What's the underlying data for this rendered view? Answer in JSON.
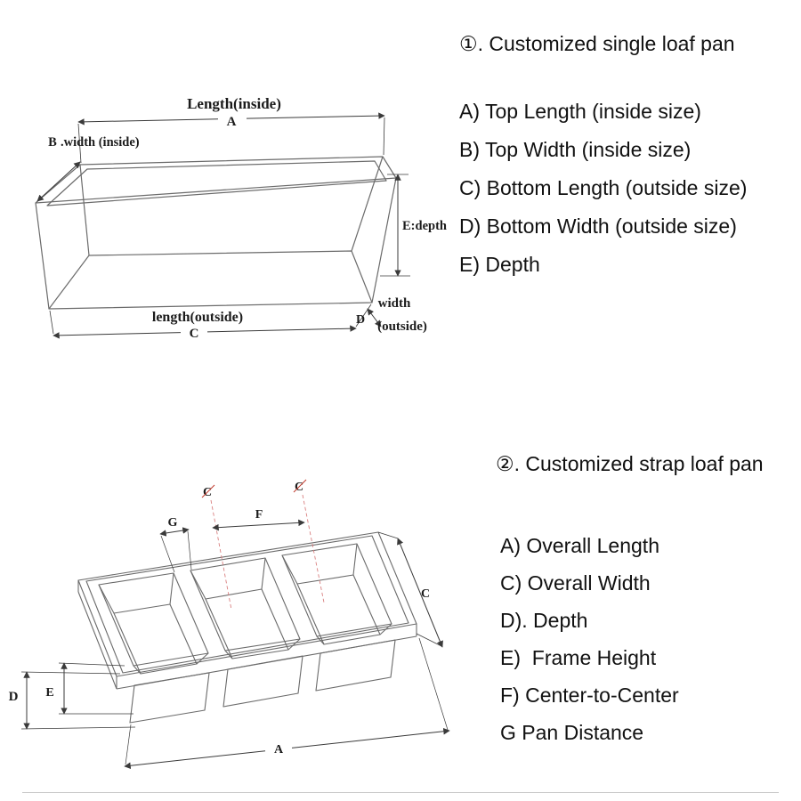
{
  "section1": {
    "heading": "①. Customized single loaf pan",
    "items": [
      "A) Top Length (inside size)",
      "B) Top Width (inside size)",
      "C) Bottom Length (outside size)",
      "D) Bottom Width (outside size)",
      "E) Depth"
    ],
    "diagram": {
      "top_length": "Length(inside)",
      "dim_a": "A",
      "dim_b": "B",
      "width_inside": ".width (inside)",
      "depth": "E:depth",
      "length_outside": "length(outside)",
      "dim_c": "C",
      "dim_d": "D",
      "width_outside_line1": "width",
      "width_outside_line2": "(outside)"
    }
  },
  "section2": {
    "heading": "②. Customized strap loaf pan",
    "items": [
      "A) Overall Length",
      "C) Overall Width",
      "D). Depth",
      "E)  Frame Height",
      "F) Center-to-Center",
      "G Pan Distance"
    ],
    "diagram": {
      "centerline_1": "C",
      "centerline_2": "C",
      "dim_g": "G",
      "dim_f": "F",
      "dim_c": "C",
      "dim_d": "D",
      "dim_e": "E",
      "dim_a": "A",
      "accent_color": "#c0392b"
    }
  }
}
